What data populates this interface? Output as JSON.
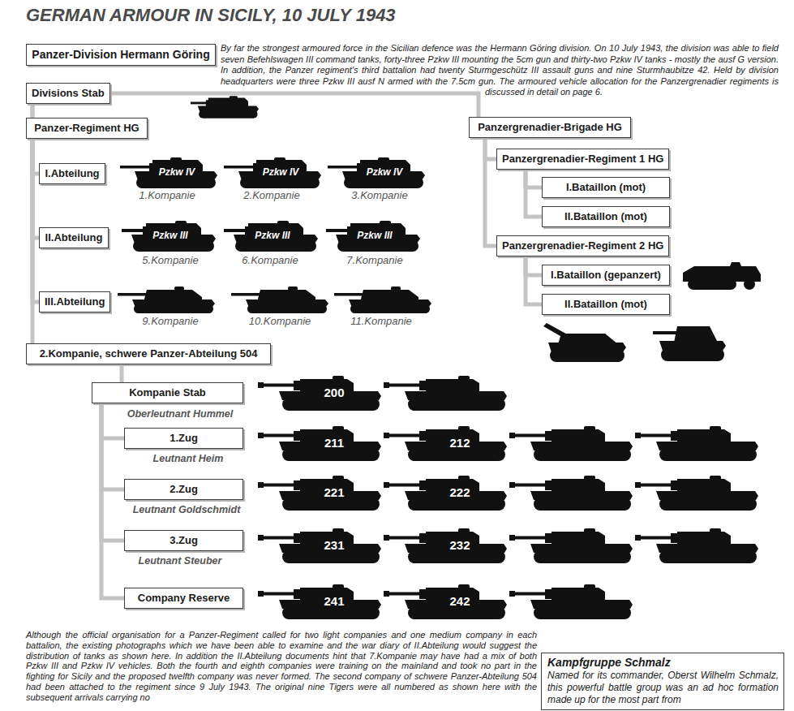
{
  "diagram": {
    "title": "GERMAN ARMOUR IN SICILY, 10 JULY 1943",
    "nodes": [
      {
        "text": [
          "Panzer-Division Hermann Göring"
        ]
      },
      {
        "text": [
          "Divisions Stab"
        ]
      },
      {
        "text": [
          "Panzer-Regiment HG"
        ]
      },
      {
        "text": [
          "I.Abteilung"
        ]
      },
      {
        "text": [
          "II.Abteilung"
        ]
      },
      {
        "text": [
          "III.Abteilung"
        ]
      },
      {
        "text": [
          "2.Kompanie, schwere Panzer-Abteilung 504"
        ]
      },
      {
        "text": [
          "Kompanie Stab"
        ]
      },
      {
        "text": [
          "1.Zug"
        ]
      },
      {
        "text": [
          "2.Zug"
        ]
      },
      {
        "text": [
          "3.Zug"
        ]
      },
      {
        "text": [
          "Company Reserve"
        ]
      },
      {
        "text": [
          "Panzergrenadier-Brigade HG"
        ]
      },
      {
        "text": [
          "Panzergrenadier-Regiment 1 HG"
        ]
      },
      {
        "text": [
          "I.Bataillon (mot)"
        ]
      },
      {
        "text": [
          "II.Bataillon (mot)"
        ]
      },
      {
        "text": [
          "Panzergrenadier-Regiment 2 HG"
        ]
      },
      {
        "text": [
          "I.Bataillon (gepanzert)"
        ]
      },
      {
        "text": [
          "II.Bataillon (mot)"
        ]
      },
      {
        "text": [
          "Kampfgruppe Schmalz",
          "Named for its commander, Oberst Wilhelm Schmalz, this powerful battle group was an ad hoc formation made up for the most part from"
        ]
      }
    ],
    "edges": [
      {
        "from": 1,
        "to": 2,
        "arrow": "none"
      },
      {
        "from": 1,
        "to": 6,
        "arrow": "none"
      },
      {
        "from": 1,
        "to": 12,
        "arrow": "none"
      },
      {
        "from": 2,
        "to": 3,
        "arrow": "none"
      },
      {
        "from": 2,
        "to": 4,
        "arrow": "none"
      },
      {
        "from": 2,
        "to": 5,
        "arrow": "none"
      },
      {
        "from": 6,
        "to": 7,
        "arrow": "none"
      },
      {
        "from": 7,
        "to": 8,
        "arrow": "none"
      },
      {
        "from": 7,
        "to": 9,
        "arrow": "none"
      },
      {
        "from": 7,
        "to": 10,
        "arrow": "none"
      },
      {
        "from": 7,
        "to": 11,
        "arrow": "none"
      },
      {
        "from": 12,
        "to": 13,
        "arrow": "none"
      },
      {
        "from": 12,
        "to": 16,
        "arrow": "none"
      },
      {
        "from": 13,
        "to": 14,
        "arrow": "none"
      },
      {
        "from": 13,
        "to": 15,
        "arrow": "none"
      },
      {
        "from": 16,
        "to": 17,
        "arrow": "none"
      },
      {
        "from": 16,
        "to": 18,
        "arrow": "none"
      }
    ],
    "labels": [
      "By far the strongest armoured force in the Sicilian defence was the Hermann Göring division. On 10 July 1943, the division was able to field seven Befehlswagen III command tanks, forty-three Pzkw III mounting the 5cm gun and thirty-two Pzkw IV tanks - mostly the ausf G version. In addition, the Panzer regiment's third battalion had twenty Sturmgeschütz III assault guns and nine Sturmhaubitze 42. Held by division headquarters were three Pzkw III ausf N armed with the 7.5cm gun. The armoured vehicle allocation for the Panzergrenadier regiments is discussed in detail on page 6.",
      "Pzkw IV",
      "Pzkw IV",
      "Pzkw IV",
      "1.Kompanie",
      "2.Kompanie",
      "3.Kompanie",
      "Pzkw III",
      "Pzkw III",
      "Pzkw III",
      "5.Kompanie",
      "6.Kompanie",
      "7.Kompanie",
      "9.Kompanie",
      "10.Kompanie",
      "11.Kompanie",
      "200",
      "Oberleutnant Hummel",
      "211",
      "212",
      "Leutnant Heim",
      "221",
      "222",
      "Leutnant Goldschmidt",
      "231",
      "232",
      "Leutnant Steuber",
      "241",
      "242",
      "Although the official organisation for a Panzer-Regiment called for two light companies and one medium company in each battalion, the existing photographs which we have been able to examine and the war diary of II.Abteilung would suggest the distribution of tanks as shown here. In addition the II.Abteilung documents hint that 7.Kompanie may have had a mix of both Pzkw III and Pzkw IV vehicles. Both the fourth and eighth companies were training on the mainland and took no part in the fighting for Sicily and the proposed twelfth company was never formed. The second company of schwere Panzer-Abteilung 504 had been attached to the regiment since 9 July 1943. The original nine Tigers were all numbered as shown here with the subsequent arrivals carrying no"
    ]
  }
}
